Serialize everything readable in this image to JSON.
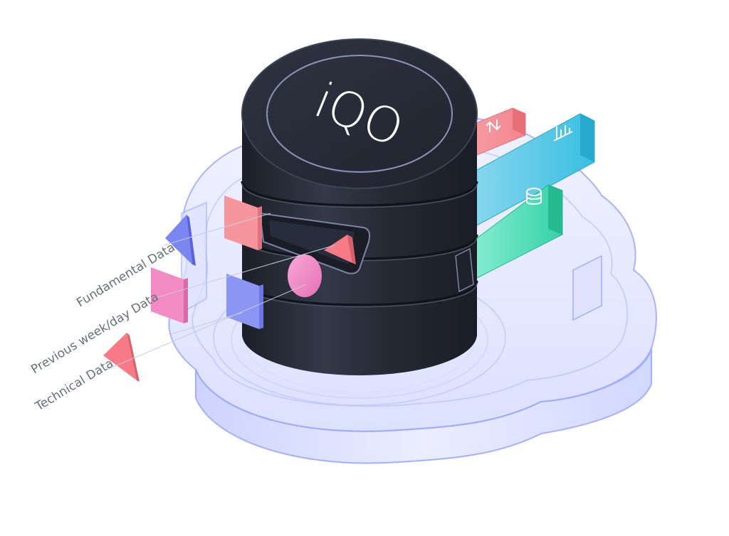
{
  "logo": {
    "text": "iQO"
  },
  "inputs": [
    {
      "label": "Fundamental Data",
      "shape": "triangle",
      "color": "#7b86f0"
    },
    {
      "label": "Previous week/day Data",
      "shape": "square",
      "color": "#f28bc4"
    },
    {
      "label": "Technical Data",
      "shape": "triangle",
      "color": "#f77b86"
    }
  ],
  "outputs": [
    {
      "name": "sort-icon",
      "color": "#f2848a"
    },
    {
      "name": "bar-chart-icon",
      "color": "#3fc3e3"
    },
    {
      "name": "database-icon",
      "color": "#3dd9b2"
    }
  ],
  "colors": {
    "cylinder": "#272b36",
    "cloud_glass": "#d8dcff",
    "cloud_edge": "#9aa8ff",
    "label_text": "#6a6e78"
  }
}
